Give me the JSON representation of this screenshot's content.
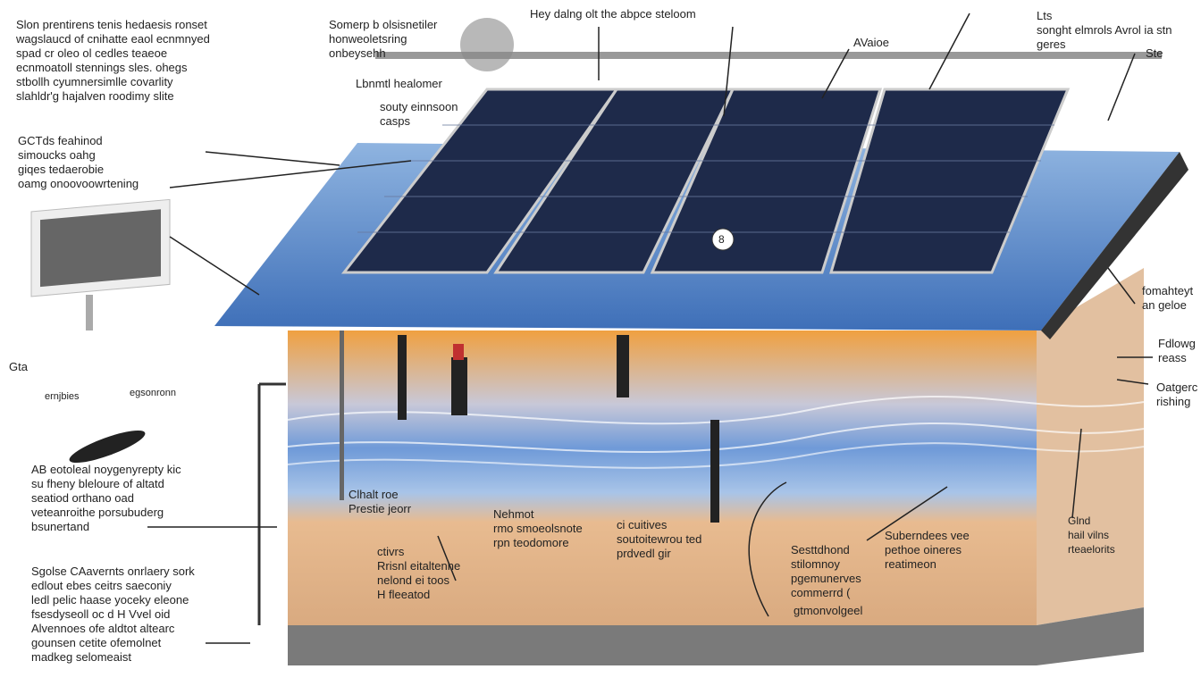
{
  "labels": {
    "top_left": "Slon prentirens tenis hedaesis ronset\nwagslaucd of cnihatte eaol ecnmnyed\nspad cr oleo ol cedles teaeoe\necnmoatoll stennings sles. ohegs\nstbollh cyumnersimlle covarlity\nslahldr'g hajalven roodimy slite",
    "top_center_left": "Somerp b olsisnetiler\nhonweoletsring\nonbeysehh",
    "lamp_label": "Lbnmtl healomer",
    "top_center": "Hey dalng olt the abpce steloom",
    "top_right": "Lts\nsonght elmrols Avrol ia stn geres",
    "top_right_sub": "Ste",
    "roof_label": "AVaioe",
    "center_small": "souty einnsoon\ncasps",
    "left_mid": "GCTds feahinod\nsimoucks oahg\ngiqes tedaerobie\noamg onoovoowrtening",
    "left_a": "Gta",
    "left_b": "ernjbies",
    "left_c": "egsonronn",
    "left_lower": "AB eotoleal noygenyrepty kic\nsu fheny bleloure of altatd\nseatiod orthano oad\nveteanroithe porsubuderg\nbsunertand",
    "bottom_left": "Sgolse CAavernts onrlaery sork\nedlout ebes ceitrs saeconiy\nledl pelic haase yoceky eleone\nfsesdyseoll oc d H Vvel oid\nAlvennoes ofe aldtot altearc\ngounsen cetite ofemolnet\nmadkeg selomeaist",
    "right_a": "fomahteyt\nan geloe",
    "right_b": "Fdlowg\nreass",
    "right_c": "Oatgerc\nrishing",
    "right_d": "Glnd\nhail vilns\nrteaelorits",
    "bottom_1": "Clhalt roe\nPrestie jeorr",
    "bottom_2": "Nehmot\nrmo smoeolsnote\nrpn teodomore",
    "bottom_3": "ctivrs\nRrisnl eitaltenne\nnelond ei toos\nH fleeatod",
    "bottom_4": "ci cuitives\nsoutoitewrou ted\nprdvedl gir",
    "bottom_5": "Sesttdhond\nstilomnoy\npgemunerves\ncommerrd (",
    "bottom_6": "Suberndees vee\npethoe oineres\nreatimeon",
    "bottom_7": "gtmonvolgeel",
    "number_badge": "8"
  },
  "colors": {
    "panel": "#1e2a4a",
    "roof_blue": "#4a7fc0",
    "water": "#5d8fd0",
    "soil_top": "#e8a050",
    "soil": "#e0b48a",
    "base": "#777777"
  }
}
